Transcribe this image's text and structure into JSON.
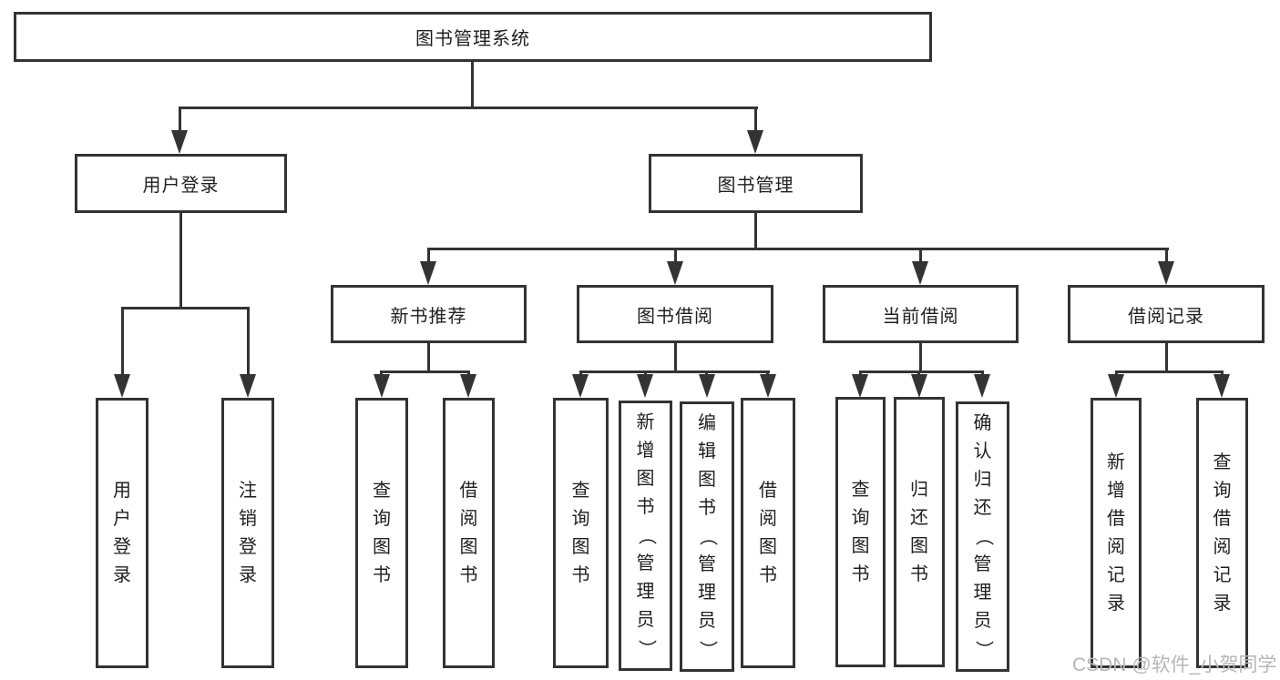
{
  "diagram": {
    "root": {
      "label": "图书管理系统"
    },
    "l2": [
      {
        "label": "用户登录"
      },
      {
        "label": "图书管理"
      }
    ],
    "l3": [
      {
        "label": "新书推荐"
      },
      {
        "label": "图书借阅"
      },
      {
        "label": "当前借阅"
      },
      {
        "label": "借阅记录"
      }
    ],
    "leaf": {
      "login": [
        "用户登录",
        "注销登录"
      ],
      "newbook": [
        "查询图书",
        "借阅图书"
      ],
      "borrow": [
        "查询图书",
        "新增图书（管理员）",
        "编辑图书（管理员）",
        "借阅图书"
      ],
      "current": [
        "查询图书",
        "归还图书",
        "确认归还（管理员）"
      ],
      "record": [
        "新增借阅记录",
        "查询借阅记录"
      ]
    },
    "watermark": "CSDN @软件_小贺同学",
    "colors": {
      "line": "#333333",
      "text": "#1f1f1f",
      "watermark": "#b6b6b6"
    }
  }
}
